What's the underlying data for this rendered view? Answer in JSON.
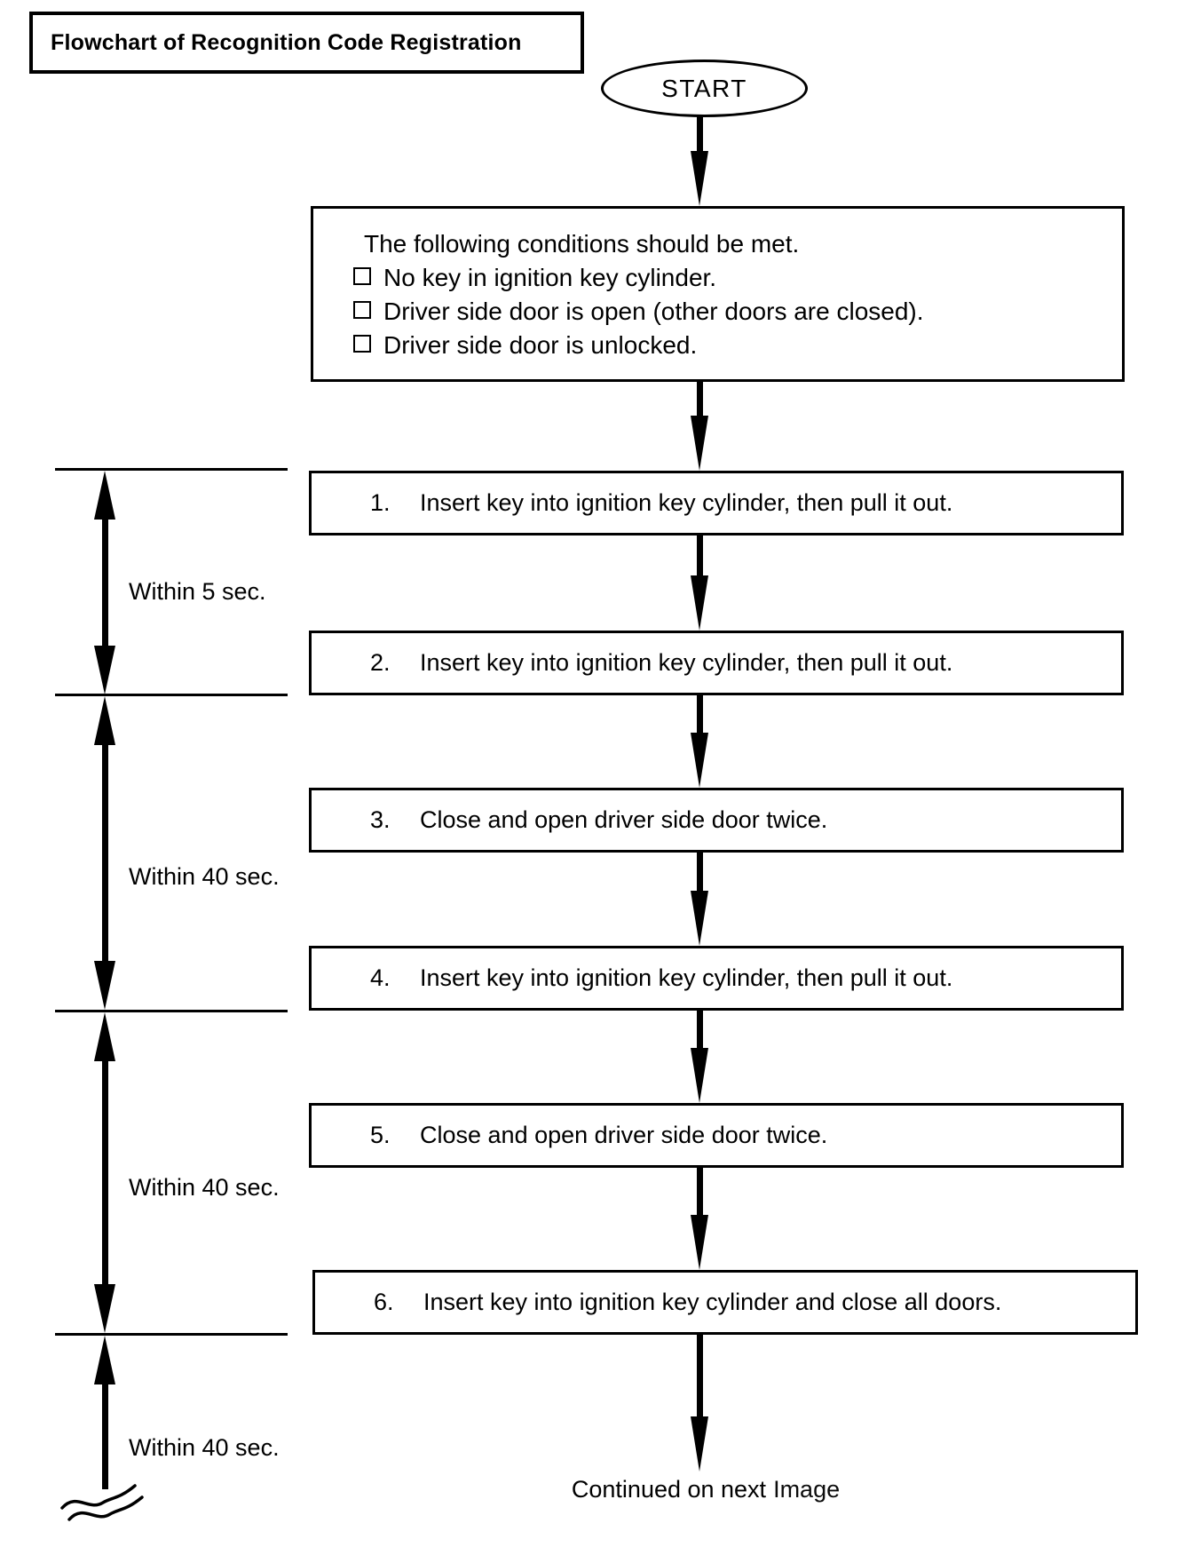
{
  "title": "Flowchart of Recognition Code Registration",
  "start": {
    "label": "START"
  },
  "conditions": {
    "heading": "The following conditions should be met.",
    "checkbox_glyph": "square-outline",
    "items": [
      "No key in ignition key cylinder.",
      "Driver side door is open (other doors are closed).",
      "Driver side door is unlocked."
    ]
  },
  "steps": [
    {
      "number": "1.",
      "text": "Insert key into ignition key cylinder, then pull it out."
    },
    {
      "number": "2.",
      "text": "Insert key into ignition key cylinder, then pull it out."
    },
    {
      "number": "3.",
      "text": "Close and open driver side door twice."
    },
    {
      "number": "4.",
      "text": "Insert key into ignition key cylinder, then pull it out."
    },
    {
      "number": "5.",
      "text": "Close and open driver side door twice."
    },
    {
      "number": "6.",
      "text": "Insert key into ignition key cylinder and close all doors."
    }
  ],
  "timers": [
    {
      "label": "Within 5 sec."
    },
    {
      "label": "Within 40 sec."
    },
    {
      "label": "Within 40 sec."
    },
    {
      "label": "Within 40 sec."
    }
  ],
  "footer": {
    "text": "Continued on next",
    "suffix": "Image"
  },
  "colors": {
    "ink": "#000000",
    "background": "#ffffff"
  }
}
